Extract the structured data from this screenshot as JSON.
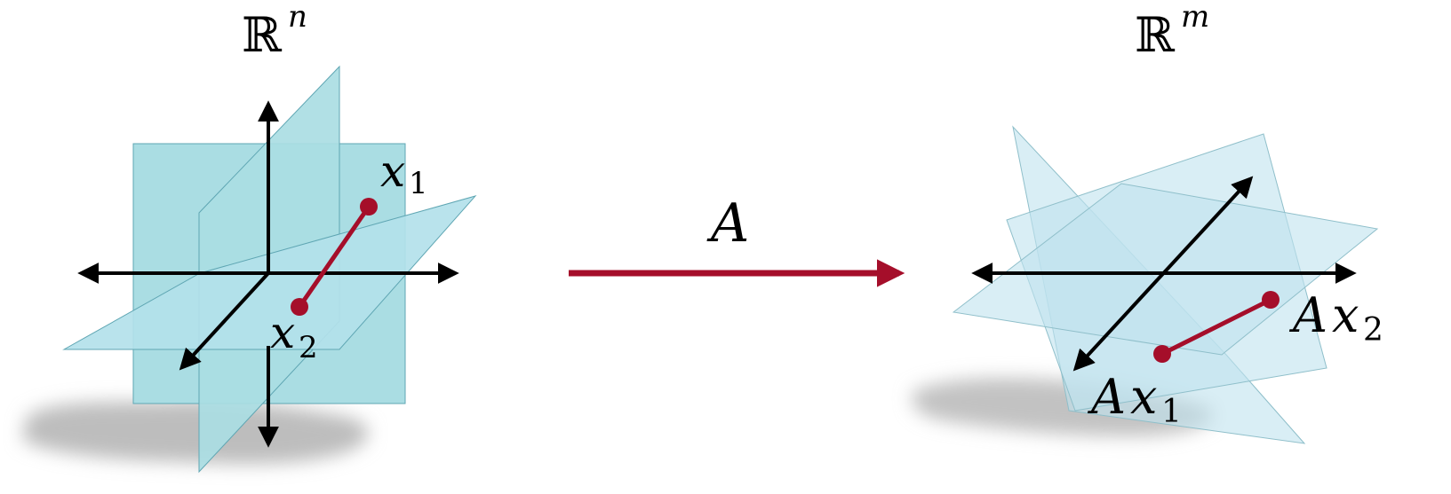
{
  "left_space": {
    "base": "ℝ",
    "exponent": "n"
  },
  "right_space": {
    "base": "ℝ",
    "exponent": "m"
  },
  "map": {
    "label": "A"
  },
  "left_points": {
    "p1": {
      "var": "x",
      "sub": "1"
    },
    "p2": {
      "var": "x",
      "sub": "2"
    }
  },
  "right_points": {
    "p1": {
      "coef": "A",
      "var": "x",
      "sub": "1"
    },
    "p2": {
      "coef": "A",
      "var": "x",
      "sub": "2"
    }
  },
  "colors": {
    "plane_fill": "#a9dde4",
    "plane_fill_light": "#bfe3ee",
    "plane_edge": "#5fa6b3",
    "segment": "#a50e2a",
    "axis": "#000000",
    "shadow": "#bdbdbd"
  }
}
